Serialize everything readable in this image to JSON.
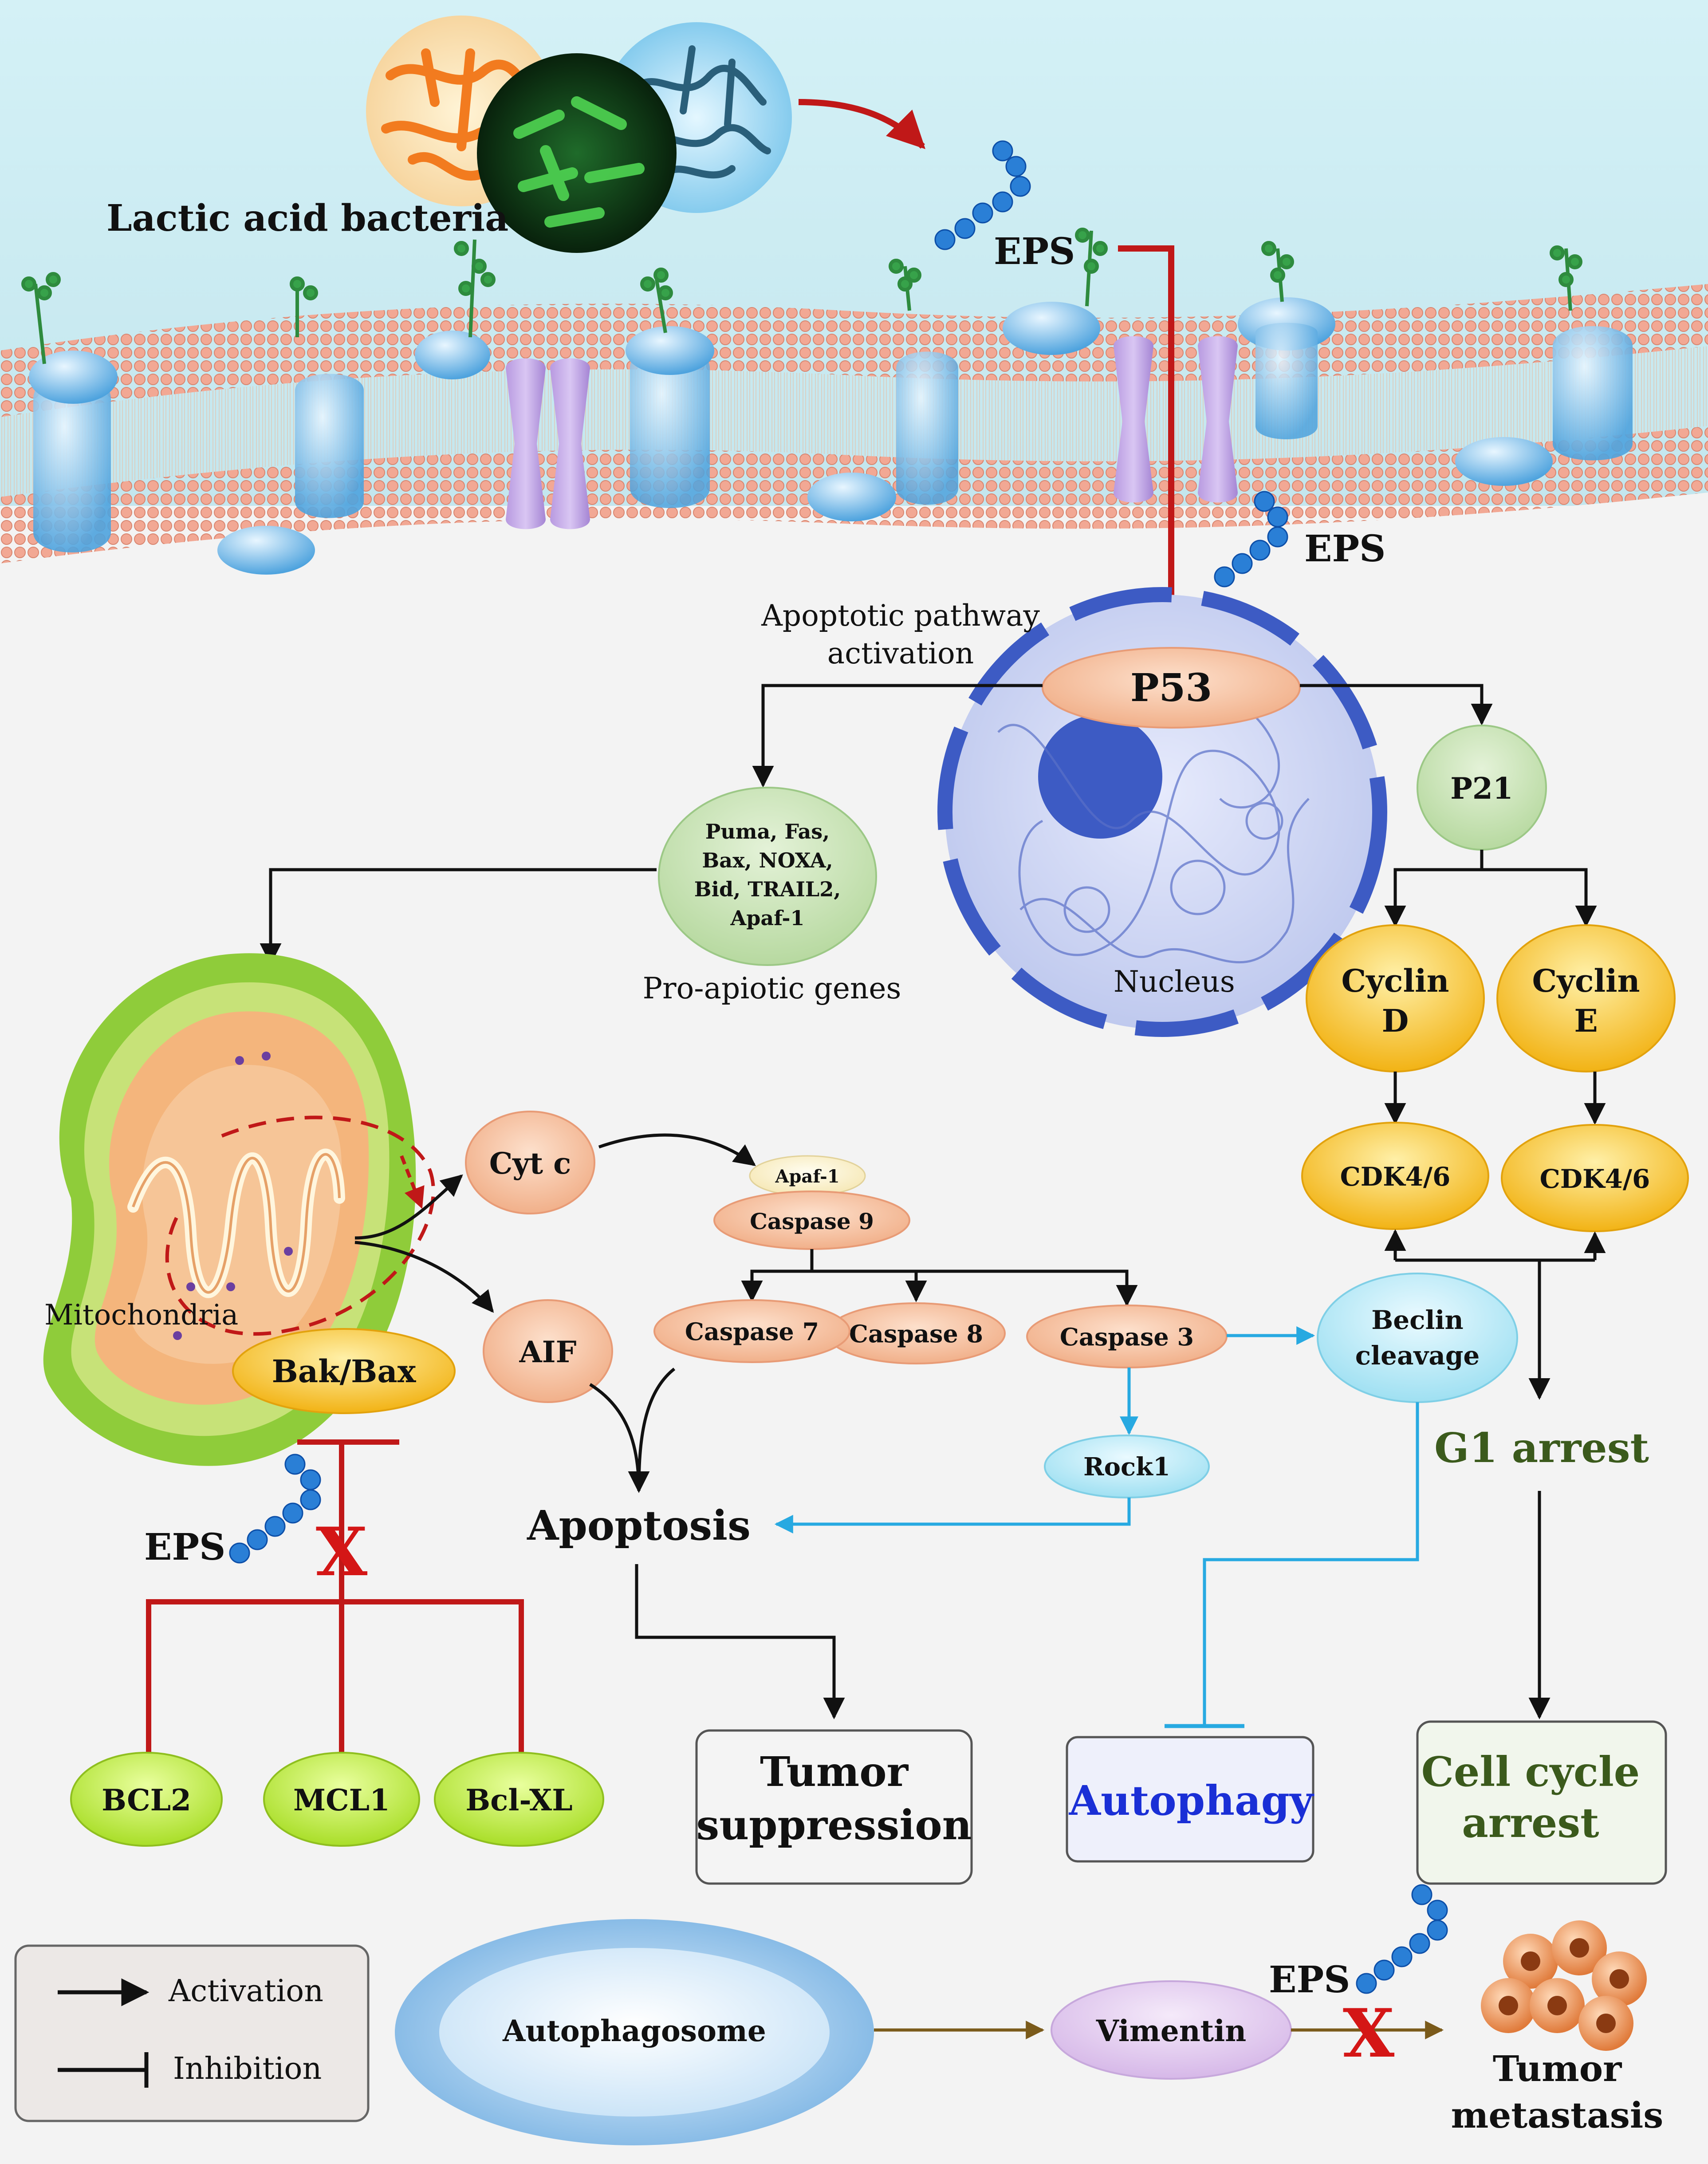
{
  "labels": {
    "bacteria": "Lactic acid bacteria",
    "eps_top": "EPS",
    "eps_nucleus": "EPS",
    "eps_mito": "EPS",
    "eps_vimentin": "EPS",
    "apoptotic_line1": "Apoptotic pathway",
    "apoptotic_line2": "activation",
    "nucleus": "Nucleus",
    "pro_apoptotic": "Pro-apiotic genes",
    "mitochondria": "Mitochondria",
    "apoptosis": "Apoptosis",
    "g1_arrest": "G1 arrest"
  },
  "nodes": {
    "p53": "P53",
    "p21": "P21",
    "genes": [
      "Puma, Fas,",
      "Bax, NOXA,",
      "Bid, TRAIL2,",
      "Apaf-1"
    ],
    "cyclin_d": [
      "Cyclin",
      "D"
    ],
    "cyclin_e": [
      "Cyclin",
      "E"
    ],
    "cdk_d": "CDK4/6",
    "cdk_e": "CDK4/6",
    "cyt_c": "Cyt c",
    "aif": "AIF",
    "apaf1": "Apaf-1",
    "caspase9": "Caspase 9",
    "caspase7": "Caspase 7",
    "caspase8": "Caspase 8",
    "caspase3": "Caspase 3",
    "beclin": [
      "Beclin",
      "cleavage"
    ],
    "rock1": "Rock1",
    "bak_bax": "Bak/Bax",
    "bcl2": "BCL2",
    "mcl1": "MCL1",
    "bclxl": "Bcl-XL",
    "autophagosome": "Autophagosome",
    "vimentin": "Vimentin",
    "tumor_metastasis": [
      "Tumor",
      "metastasis"
    ]
  },
  "outcomes": {
    "tumor_suppression": [
      "Tumor",
      "suppression"
    ],
    "autophagy": "Autophagy",
    "cell_cycle_arrest": [
      "Cell cycle",
      "arrest"
    ]
  },
  "legend": {
    "activation": "Activation",
    "inhibition": "Inhibition"
  },
  "colors": {
    "activation": "#111111",
    "eps_pathway": "#c01818",
    "autophagy_pathway": "#27a9e1",
    "metastasis_pathway": "#7a5a1a",
    "block_mark": "#d41616",
    "g1_text": "#3b5a1c",
    "autophagy_text": "#1a2fd6"
  }
}
